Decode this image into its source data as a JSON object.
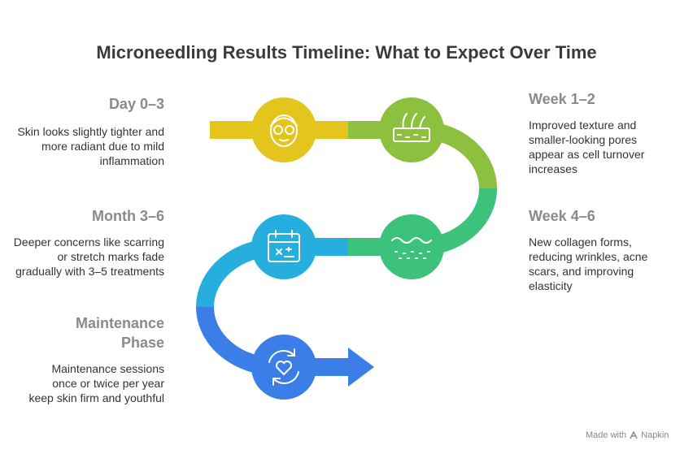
{
  "title": "Microneedling Results Timeline: What to Expect Over Time",
  "stages": [
    {
      "title": "Day 0–3",
      "description": "Skin looks slightly tighter and more radiant due to mild inflammation",
      "icon": "face-mask-icon",
      "color": "#e3c51d"
    },
    {
      "title": "Week 1–2",
      "description": "Improved texture and smaller-looking pores appear as cell turnover increases",
      "icon": "hair-follicle-skin-icon",
      "color": "#8dc03f"
    },
    {
      "title": "Week 4–6",
      "description": "New collagen forms, reducing wrinkles, acne scars, and improving elasticity",
      "icon": "skin-layer-icon",
      "color": "#3cc27a"
    },
    {
      "title": "Month 3–6",
      "description": "Deeper concerns like scarring or stretch marks fade gradually with 3–5 treatments",
      "icon": "calendar-sparkle-icon",
      "color": "#25aede"
    },
    {
      "title": "Maintenance Phase",
      "description": "Maintenance sessions once or twice per year keep skin firm and youthful",
      "icon": "heart-refresh-icon",
      "color": "#3c7ee8"
    }
  ],
  "watermark": {
    "prefix": "Made with",
    "brand": "Napkin"
  }
}
